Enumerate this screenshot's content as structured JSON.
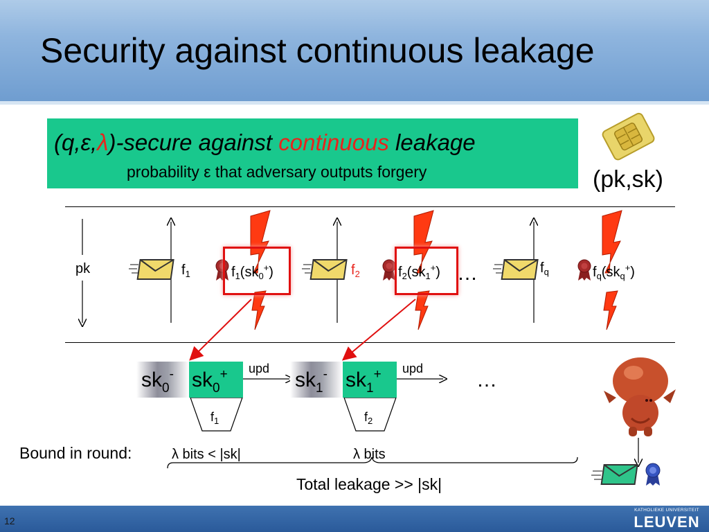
{
  "slide": {
    "title": "Security against continuous leakage",
    "page_number": "12"
  },
  "definition": {
    "prefix_open": "(q,",
    "epsilon": "ε",
    "comma": ",",
    "lambda": "λ",
    "prefix_close": ")-secure against ",
    "highlight": "continuous",
    "suffix": " leakage",
    "subtitle": "probability ε that adversary outputs forgery"
  },
  "card_label": "(pk,sk)",
  "protocol": {
    "pk_label": "pk",
    "f": "f",
    "sub_1": "1",
    "sub_2": "2",
    "sub_q": "q",
    "sub_0": "0",
    "sk_open": "(sk",
    "plus": "+",
    "close": ")",
    "ellipsis": "…"
  },
  "key_update": {
    "sk": "sk",
    "minus": "-",
    "plus": "+",
    "sub_0": "0",
    "sub_1": "1",
    "upd": "upd",
    "f1_main": "f",
    "f1_sub": "1",
    "f2_main": "f",
    "f2_sub": "2",
    "ellipsis": "…"
  },
  "bounds": {
    "label": "Bound in round:",
    "round1": "λ bits < |sk|",
    "round2": "λ bits",
    "total": "Total leakage  >>  |sk|"
  },
  "logo": {
    "line1": "KATHOLIEKE UNIVERSITEIT",
    "line2": "LEUVEN"
  },
  "colors": {
    "accent_green": "#19c88d",
    "highlight_red": "#e8241c",
    "header_blue": "#8fb5de",
    "footer_blue": "#2a5a9a"
  },
  "icons": [
    "sim-card-icon",
    "envelope-icon",
    "ribbon-seal-icon",
    "lightning-bolt-icon",
    "adversary-figure-icon",
    "university-logo"
  ]
}
